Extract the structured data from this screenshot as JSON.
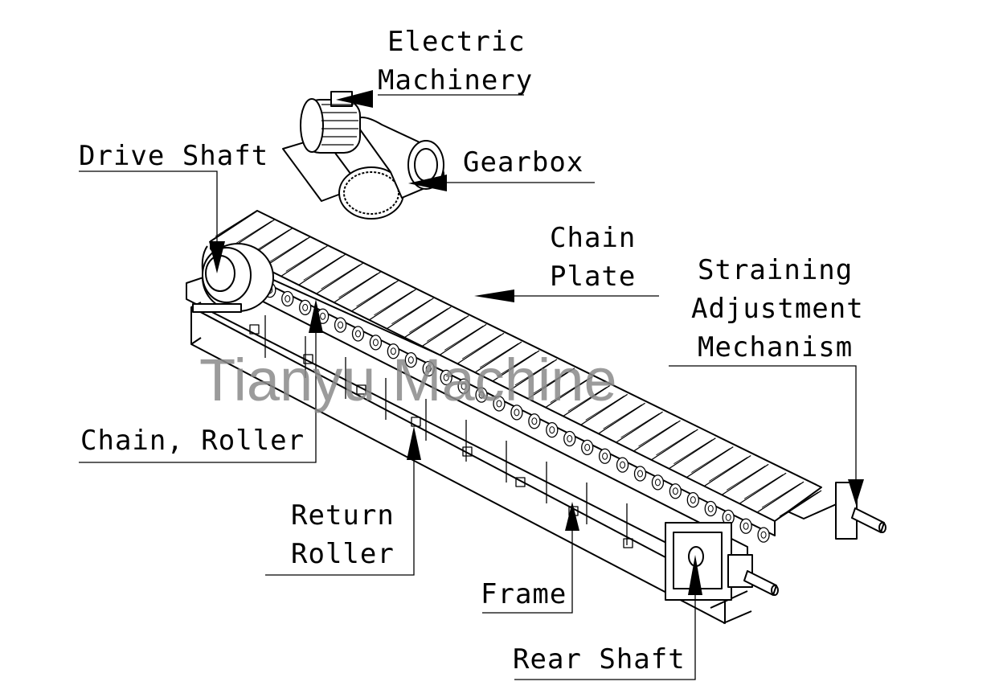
{
  "labels": {
    "electric_machinery": [
      "Electric",
      "Machinery"
    ],
    "drive_shaft": "Drive Shaft",
    "gearbox": "Gearbox",
    "chain_plate": [
      "Chain",
      "Plate"
    ],
    "straining_adjustment_mechanism": [
      "Straining",
      "Adjustment",
      "Mechanism"
    ],
    "chain_roller": "Chain, Roller",
    "return_roller": [
      "Return",
      "Roller"
    ],
    "frame": "Frame",
    "rear_shaft": "Rear Shaft"
  },
  "watermark": "Tianyu Machine",
  "colors": {
    "line": "#000000",
    "watermark": "#8a8a8a",
    "background": "#ffffff"
  },
  "counts": {
    "chain_plates": 32
  }
}
